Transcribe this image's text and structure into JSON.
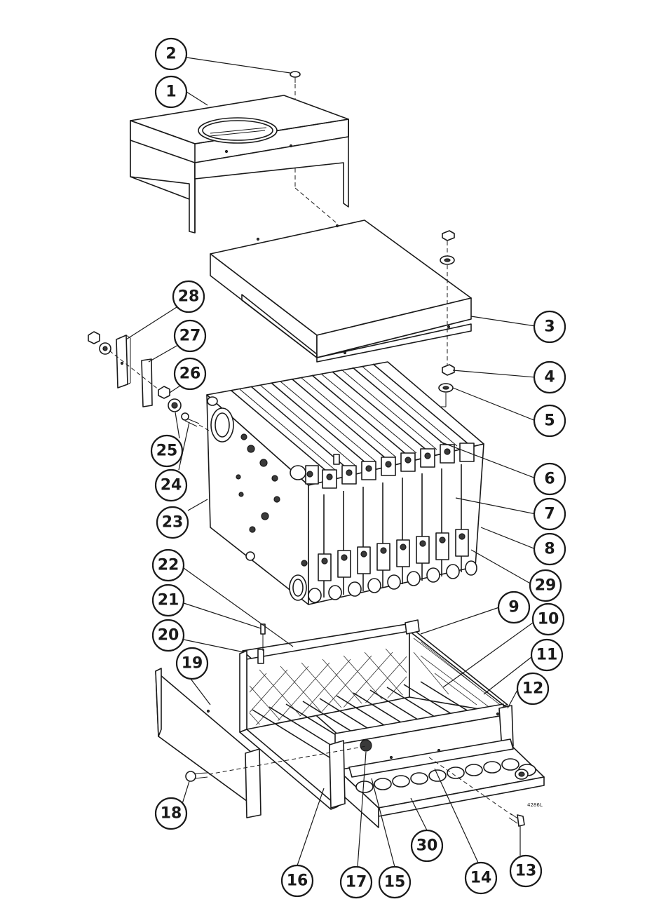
{
  "drawing": {
    "reference_code": "4286L",
    "callouts": [
      "1",
      "2",
      "3",
      "4",
      "5",
      "6",
      "7",
      "8",
      "9",
      "10",
      "11",
      "12",
      "13",
      "14",
      "15",
      "16",
      "17",
      "18",
      "19",
      "20",
      "21",
      "22",
      "23",
      "24",
      "25",
      "26",
      "27",
      "28",
      "29",
      "30"
    ]
  }
}
